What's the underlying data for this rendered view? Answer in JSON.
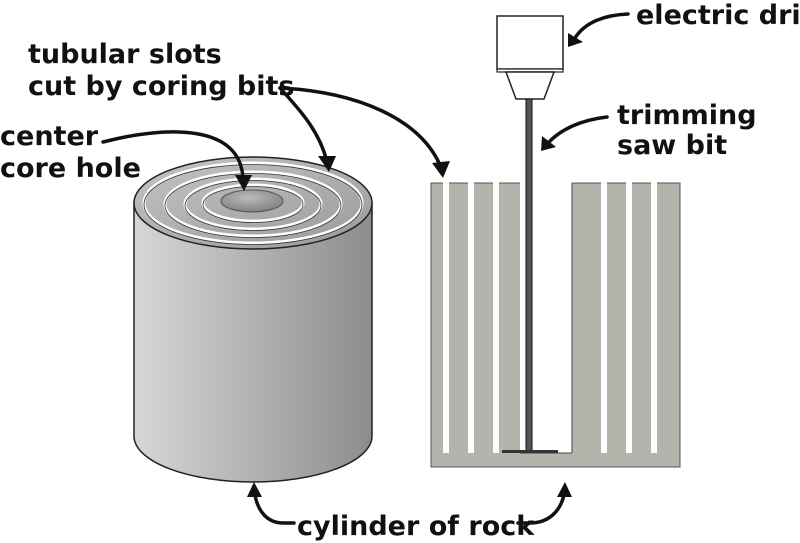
{
  "diagram": {
    "title": "Core drilling of a rock cylinder",
    "labels": {
      "tubular_slots_line1": "tubular slots",
      "tubular_slots_line2": "cut by coring bits",
      "center_core_line1": "center",
      "center_core_line2": "core hole",
      "electric_drill": "electric drill",
      "trimming_line1": "trimming",
      "trimming_line2": "saw bit",
      "cylinder_of_rock": "cylinder of rock"
    },
    "colors": {
      "rock": "#b4b4ac",
      "cylinder_light": "#d2d2d2",
      "cylinder_dark": "#8e8e8e",
      "outline": "#111111",
      "slot": "#ffffff"
    }
  }
}
